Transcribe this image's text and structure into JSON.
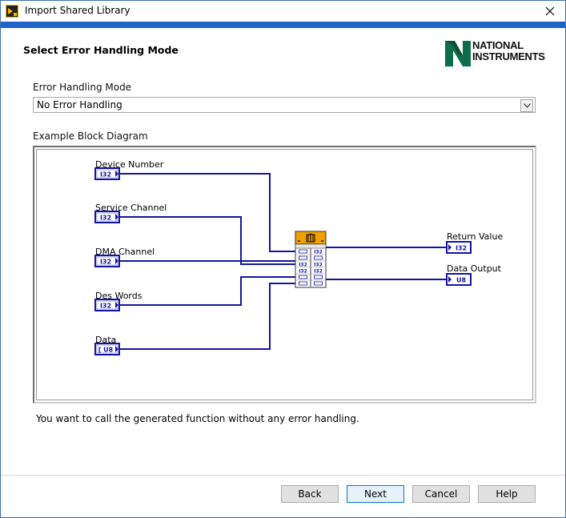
{
  "window": {
    "title": "Import Shared Library"
  },
  "header": {
    "page_title": "Select Error Handling Mode",
    "logo_line1": "NATIONAL",
    "logo_line2": "INSTRUMENTS"
  },
  "error_mode": {
    "label": "Error Handling Mode",
    "selected": "No Error Handling"
  },
  "diagram": {
    "label": "Example Block Diagram",
    "inputs": [
      {
        "label": "Device Number",
        "type": "I32"
      },
      {
        "label": "Service Channel",
        "type": "I32"
      },
      {
        "label": "DMA Channel",
        "type": "I32"
      },
      {
        "label": "Des Words",
        "type": "I32"
      },
      {
        "label": "Data",
        "type": "U8"
      }
    ],
    "outputs": [
      {
        "label": "Return Value",
        "type": "I32"
      },
      {
        "label": "Data Output",
        "type": "U8"
      }
    ],
    "node_rows": [
      {
        "left": "",
        "right": "I32"
      },
      {
        "left": "",
        "right": ""
      },
      {
        "left": "I32",
        "right": "I32"
      },
      {
        "left": "I32",
        "right": "I32"
      },
      {
        "left": "",
        "right": ""
      },
      {
        "left": "",
        "right": ""
      }
    ]
  },
  "description": "You want to call the generated function without any error handling.",
  "buttons": {
    "back": "Back",
    "next": "Next",
    "cancel": "Cancel",
    "help": "Help"
  },
  "colors": {
    "accent": "#1e64c8",
    "wire": "#1414a0",
    "node_header": "#f0a000"
  }
}
